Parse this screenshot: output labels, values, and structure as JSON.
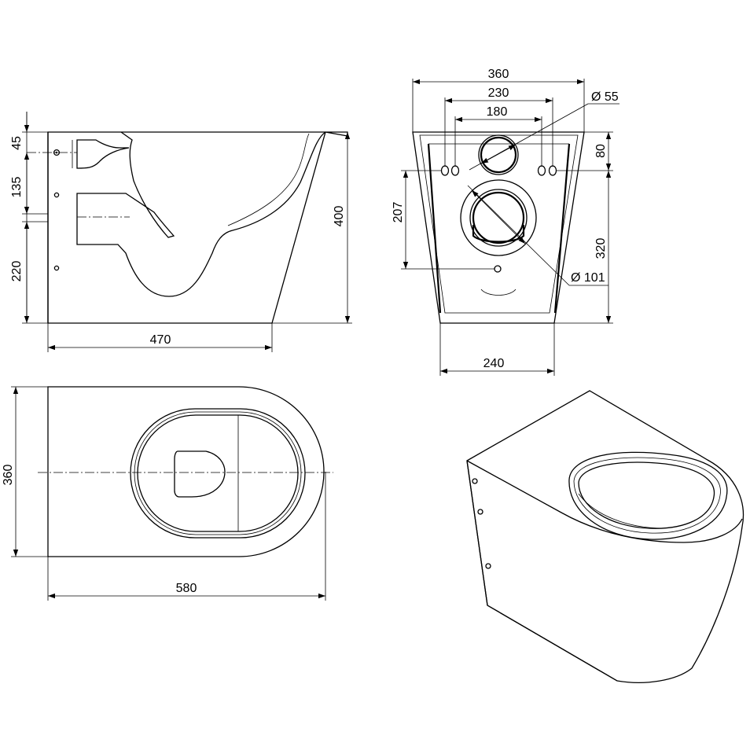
{
  "dimensions": {
    "side_view": {
      "d45": "45",
      "d135": "135",
      "d220": "220",
      "d400": "400",
      "d470": "470"
    },
    "front_view": {
      "d360": "360",
      "d230": "230",
      "d180": "180",
      "phi55": "Ø 55",
      "d80": "80",
      "d207": "207",
      "d320": "320",
      "phi101": "Ø 101",
      "d240": "240"
    },
    "top_view": {
      "d360": "360",
      "d580": "580"
    }
  },
  "colors": {
    "line": "#000000",
    "background": "#ffffff"
  }
}
